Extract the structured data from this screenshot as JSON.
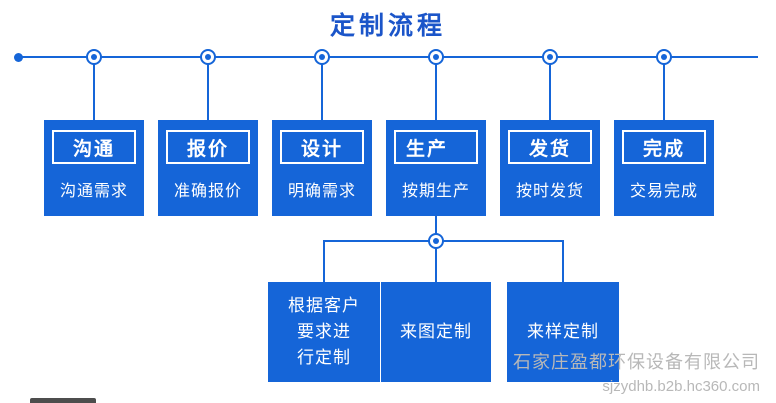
{
  "title": "定制流程",
  "colors": {
    "primary": "#1565d8",
    "title_blue": "#1b55c9",
    "watermark_gray": "#b8b8b8",
    "box_text": "#ffffff"
  },
  "steps": [
    {
      "label": "沟通",
      "desc": "沟通需求"
    },
    {
      "label": "报价",
      "desc": "准确报价"
    },
    {
      "label": "设计",
      "desc": "明确需求"
    },
    {
      "label": "生产",
      "desc": "按期生产"
    },
    {
      "label": "发货",
      "desc": "按时发货"
    },
    {
      "label": "完成",
      "desc": "交易完成"
    }
  ],
  "sub_steps": [
    {
      "text": "根据客户\n要求进\n行定制"
    },
    {
      "text": "来图定制"
    },
    {
      "text": "来样定制"
    }
  ],
  "watermark": {
    "company": "石家庄盈都环保设备有限公司",
    "url": "sjzydhb.b2b.hc360.com"
  }
}
